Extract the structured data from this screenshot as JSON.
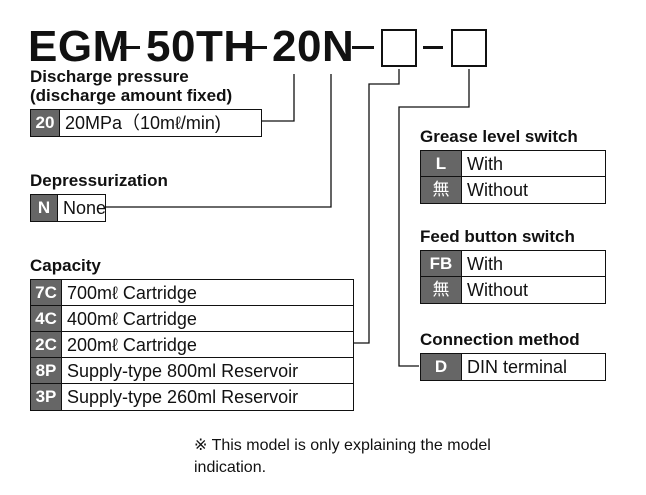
{
  "title": {
    "part1": "EGM",
    "part2": "50TH",
    "part3": "20N"
  },
  "discharge": {
    "heading_line1": "Discharge pressure",
    "heading_line2": "(discharge amount fixed)",
    "options": [
      {
        "code": "20",
        "label": "20MPa（10mℓ/min)"
      }
    ]
  },
  "depressurization": {
    "heading": "Depressurization",
    "options": [
      {
        "code": "N",
        "label": "None"
      }
    ]
  },
  "capacity": {
    "heading": "Capacity",
    "options": [
      {
        "code": "7C",
        "label": "700mℓ Cartridge"
      },
      {
        "code": "4C",
        "label": "400mℓ Cartridge"
      },
      {
        "code": "2C",
        "label": "200mℓ Cartridge"
      },
      {
        "code": "8P",
        "label": "Supply-type 800ml Reservoir"
      },
      {
        "code": "3P",
        "label": "Supply-type 260ml Reservoir"
      }
    ]
  },
  "grease_level": {
    "heading": "Grease level switch",
    "options": [
      {
        "code": "L",
        "label": "With"
      },
      {
        "code": "無",
        "label": "Without"
      }
    ]
  },
  "feed_button": {
    "heading": "Feed button switch",
    "options": [
      {
        "code": "FB",
        "label": "With"
      },
      {
        "code": "無",
        "label": "Without"
      }
    ]
  },
  "connection": {
    "heading": "Connection method",
    "options": [
      {
        "code": "D",
        "label": "DIN terminal"
      }
    ]
  },
  "note": {
    "line1": "※ This model is only explaining the model",
    "line2": "indication."
  }
}
